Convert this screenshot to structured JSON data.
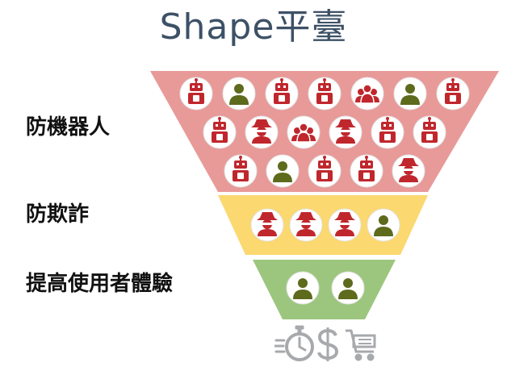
{
  "title": "Shape平臺",
  "colors": {
    "title": "#3d5166",
    "tier_bots": "#e89a98",
    "tier_fraud": "#fbd870",
    "tier_ux": "#9cc67d",
    "bad": "#c0272d",
    "good": "#5e6a1c",
    "footer": "#a7a9ac"
  },
  "tiers": [
    {
      "label": "防機器人",
      "rows": [
        [
          "robot-icon",
          "person-icon",
          "robot-icon",
          "robot-icon",
          "group-icon",
          "person-icon",
          "robot-icon"
        ],
        [
          "robot-icon",
          "hacker-icon",
          "group-icon",
          "hacker-icon",
          "robot-icon",
          "robot-icon"
        ],
        [
          "robot-icon",
          "person-icon",
          "robot-icon",
          "robot-icon",
          "hacker-icon"
        ]
      ]
    },
    {
      "label": "防欺詐",
      "rows": [
        [
          "hacker-icon",
          "hacker-icon",
          "hacker-icon",
          "person-icon"
        ]
      ]
    },
    {
      "label": "提高使用者體驗",
      "rows": [
        [
          "person-icon",
          "person-icon"
        ]
      ]
    }
  ],
  "footer_icons": [
    "stopwatch-icon",
    "dollar-icon",
    "cart-icon"
  ]
}
